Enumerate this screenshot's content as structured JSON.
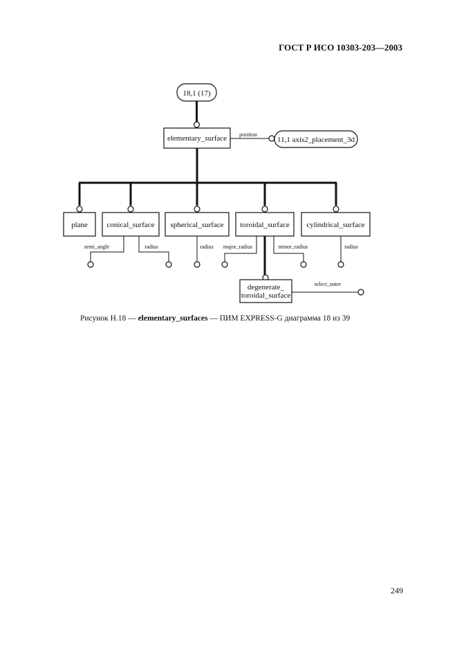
{
  "header": {
    "title": "ГОСТ Р ИСО 10303-203—2003"
  },
  "diagram": {
    "page_ref": "18,1 (17)",
    "root": "elementary_surface",
    "position_label": "position",
    "position_ref": "11,1 axis2_placement_3d",
    "subtypes": [
      "plane",
      "conical_surface",
      "spherical_surface",
      "toroidal_surface",
      "cylindrical_surface"
    ],
    "attrs": {
      "semi_angle": "semi_angle",
      "cone_radius": "radius",
      "sphere_radius": "radius",
      "major_radius": "major_radius",
      "minor_radius": "minor_radius",
      "cyl_radius": "radius"
    },
    "degenerate": {
      "line1": "degenerate_",
      "line2": "toroidal_surface"
    },
    "select_outer": "select_outer"
  },
  "caption": {
    "prefix": "Рисунок Н.18 —",
    "bold": "elementary_surfaces",
    "suffix": "— ПИМ EXPRESS-G диаграмма 18 из 39"
  },
  "page_number": "249"
}
